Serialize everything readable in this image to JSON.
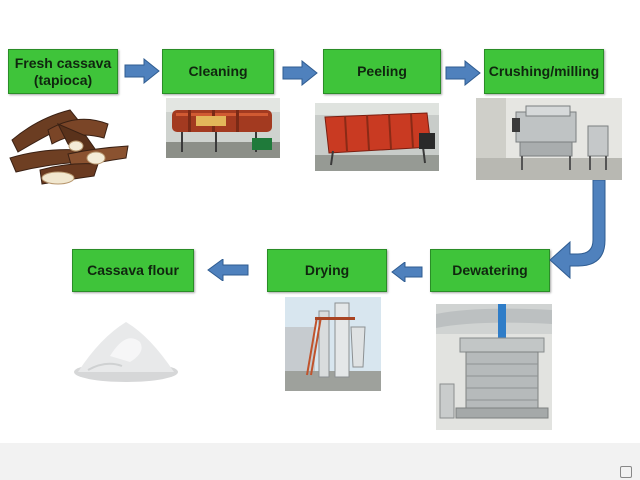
{
  "steps": {
    "fresh_cassava": "Fresh cassava (tapioca)",
    "cleaning": "Cleaning",
    "peeling": "Peeling",
    "crushing": "Crushing/milling",
    "dewatering": "Dewatering",
    "drying": "Drying",
    "cassava_flour": "Cassava flour"
  },
  "colors": {
    "box_fill": "#3fc43a",
    "arrow": "#4f81bd"
  },
  "images": {
    "fresh_cassava": "cassava-roots-photo",
    "cleaning": "cleaning-machine-photo",
    "peeling": "peeling-machine-photo",
    "crushing": "milling-machine-photo",
    "dewatering": "hydraulic-press-photo",
    "drying": "flash-dryer-photo",
    "cassava_flour": "flour-pile-photo"
  }
}
